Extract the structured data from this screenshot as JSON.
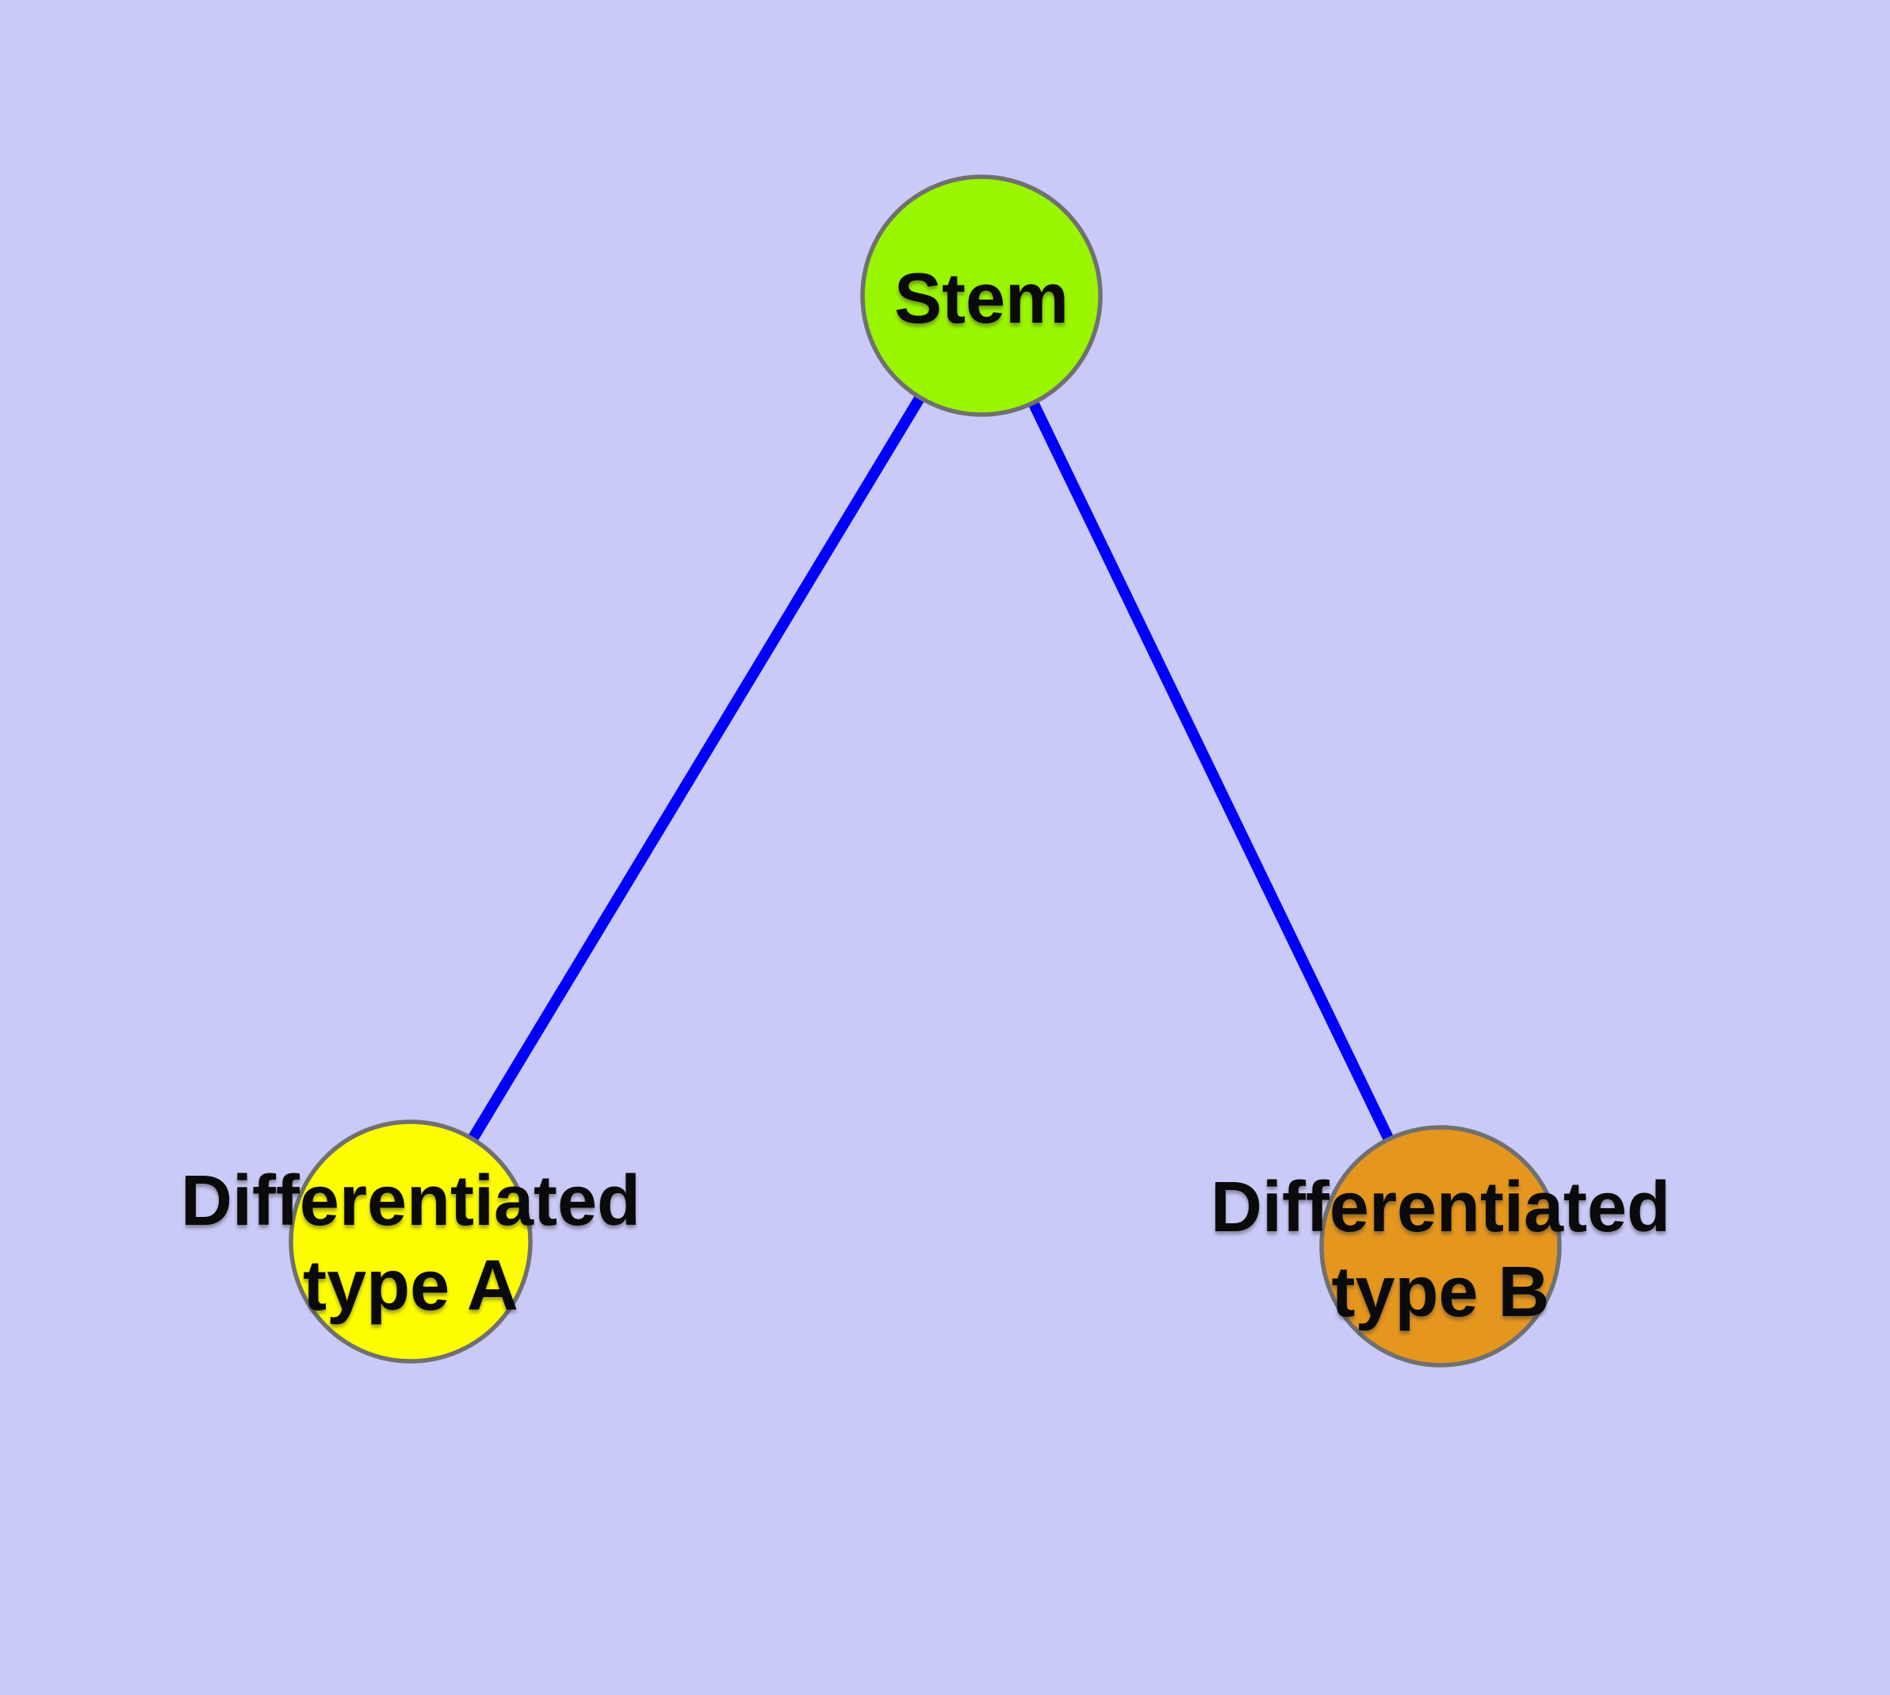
{
  "diagram": {
    "type": "node-edge-graph",
    "background_color": "#CACAF8",
    "edge_color": "#0000FA",
    "node_border_color": "#707070",
    "label_color": "#0A0A0A",
    "nodes": [
      {
        "id": "stem",
        "label": "Stem",
        "label_lines": [
          "Stem"
        ],
        "color": "#99F500",
        "shape": "circle"
      },
      {
        "id": "differentiated-type-a",
        "label": "Differentiated type A",
        "label_lines": [
          "Differentiated",
          "type A"
        ],
        "color": "#FDFD00",
        "shape": "circle"
      },
      {
        "id": "differentiated-type-b",
        "label": "Differentiated type B",
        "label_lines": [
          "Differentiated",
          "type B"
        ],
        "color": "#E5961E",
        "shape": "circle"
      }
    ],
    "edges": [
      {
        "from": "Stem",
        "to": "Differentiated type A"
      },
      {
        "from": "Stem",
        "to": "Differentiated type B"
      }
    ]
  }
}
